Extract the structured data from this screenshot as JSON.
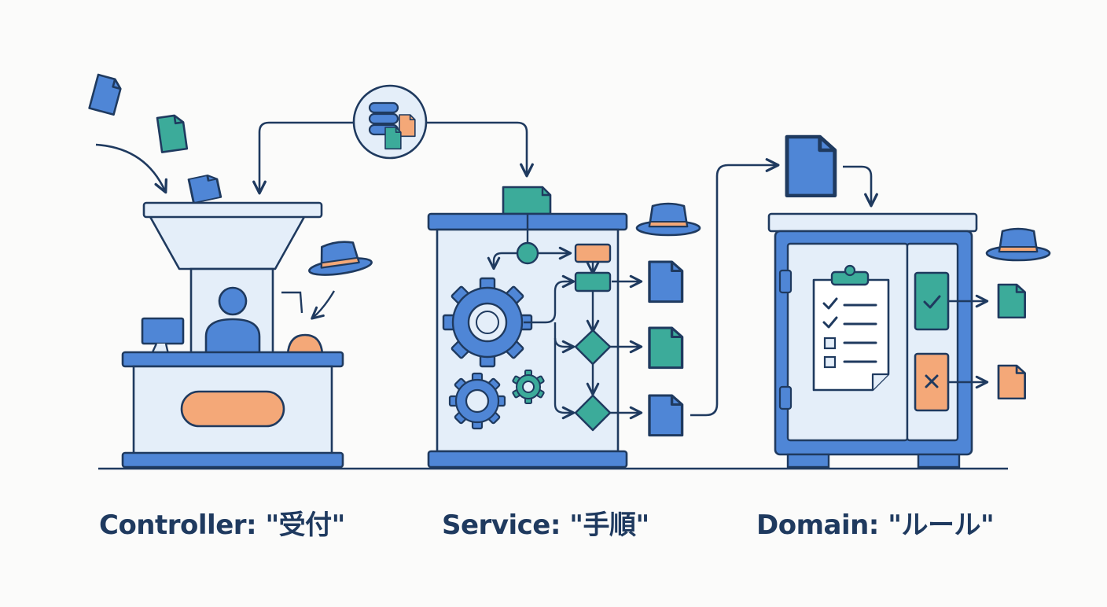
{
  "labels": {
    "controller": "Controller: \"受付\"",
    "service": "Service: \"手順\"",
    "domain": "Domain: \"ルール\""
  },
  "colors": {
    "stroke": "#1f3a5f",
    "blue": "#4f86d6",
    "teal": "#3cab9a",
    "orange": "#f4a878",
    "light": "#e4eef9",
    "background": "#fbfbfa"
  }
}
